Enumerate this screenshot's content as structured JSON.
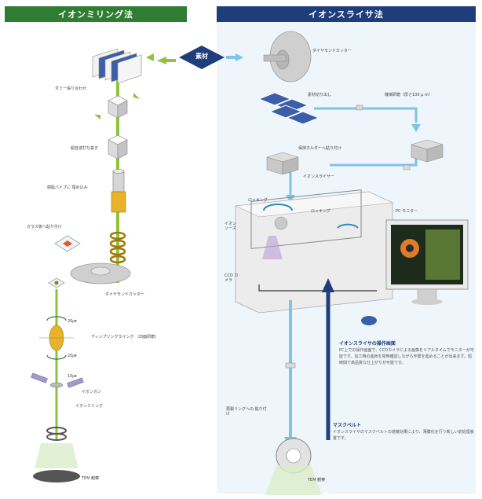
{
  "headers": {
    "left": "イオンミリング法",
    "right": "イオンスライサ法"
  },
  "center_badge": "素材",
  "left_steps": [
    "ダミー張り合わせ",
    "超音波打ち抜き",
    "樹脂パイプに 埋め込み",
    "ガラス板へ貼り付け",
    "ダイヤモンドカッター",
    "ディンプリングライング （凹面研磨）",
    "イオンガン",
    "イオンミリング",
    "TEM 観察"
  ],
  "left_angles": [
    "20㎛",
    "20㎛",
    "10㎛"
  ],
  "right_steps": [
    "ダイヤモンドカッター",
    "素材切り出し",
    "機械研磨（厚さ100 μ m）",
    "保持ホルダーへ貼り付け",
    "イオンスライサー",
    "ロッキング",
    "イオン ソース",
    "ロッキング",
    "PC モニター",
    "CCD カメラ",
    "再製リングへの 貼り付け",
    "TEM 観察"
  ],
  "feature": {
    "title": "イオンスライサの操作画面",
    "text": "PC上での操作画面で、CCDカメラによる画像をリアルタイムでモニターが可能です。加工時の進捗を常時確認しながら作業を進めることが出来ます。短時間で高品質な仕上がりが可能です。"
  },
  "mask": {
    "title": "マスクベルト",
    "text": "イオンスライサのマスクベルトの遮蔽効果により、薄膜化を行う新しい前処理装置です。"
  },
  "colors": {
    "green": "#2f7d32",
    "navy": "#1f3d7a",
    "light_green": "#8fc43a",
    "light_blue": "#7ec3e8",
    "right_bg": "#eef5fb"
  }
}
